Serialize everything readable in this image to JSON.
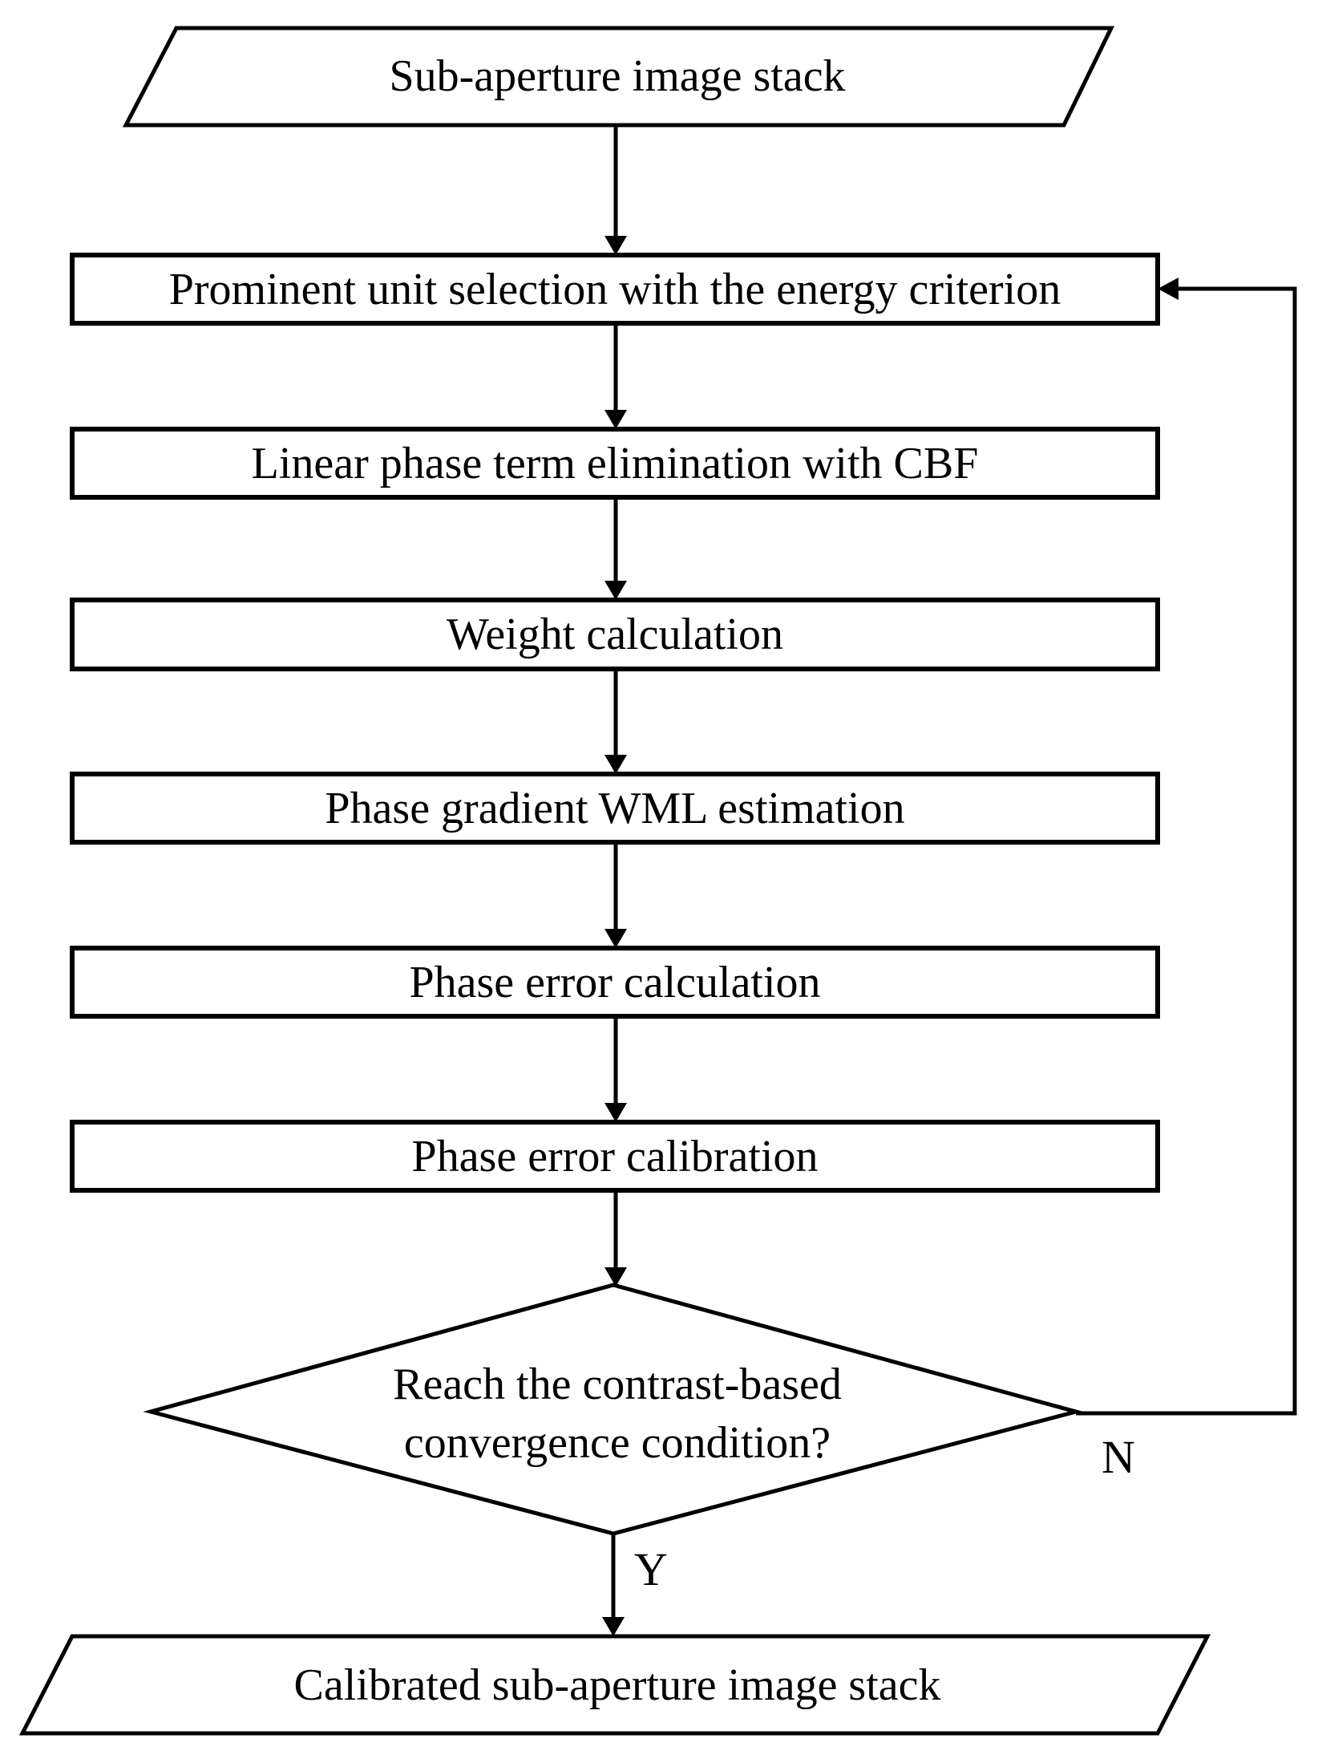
{
  "flowchart": {
    "colors": {
      "stroke": "#000000",
      "text": "#000000",
      "background": "#ffffff"
    },
    "nodes": [
      {
        "id": "start",
        "type": "io-parallelogram",
        "label": "Sub-aperture image stack"
      },
      {
        "id": "step1",
        "type": "process",
        "label": "Prominent unit selection with the energy criterion"
      },
      {
        "id": "step2",
        "type": "process",
        "label": "Linear phase term elimination with CBF"
      },
      {
        "id": "step3",
        "type": "process",
        "label": "Weight calculation"
      },
      {
        "id": "step4",
        "type": "process",
        "label": "Phase gradient WML estimation"
      },
      {
        "id": "step5",
        "type": "process",
        "label": "Phase error calculation"
      },
      {
        "id": "step6",
        "type": "process",
        "label": "Phase error calibration"
      },
      {
        "id": "decision",
        "type": "decision",
        "label_line1": "Reach the contrast-based",
        "label_line2": "convergence condition?"
      },
      {
        "id": "end",
        "type": "io-parallelogram",
        "label": "Calibrated sub-aperture image stack"
      }
    ],
    "branches": {
      "no_label": "N",
      "yes_label": "Y"
    }
  }
}
